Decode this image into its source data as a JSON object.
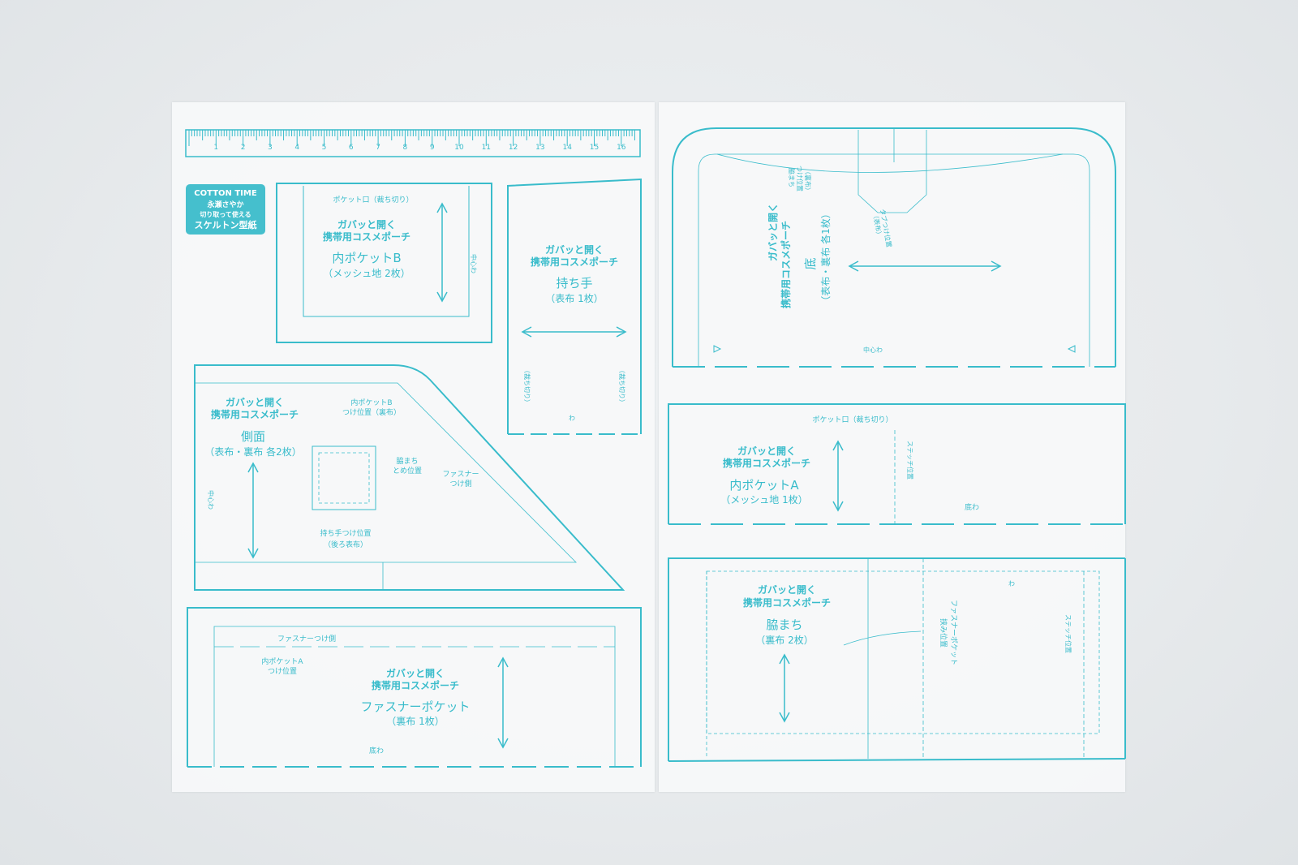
{
  "logo": {
    "brand": "COTTON TIME",
    "line1": "永瀬さやか",
    "line2": "切り取って使える",
    "line3": "スケルトン型紙"
  },
  "ruler": {
    "numbers": [
      "1",
      "2",
      "3",
      "4",
      "5",
      "6",
      "7",
      "8",
      "9",
      "10",
      "11",
      "12",
      "13",
      "14",
      "15",
      "16"
    ]
  },
  "project": {
    "line1": "ガバッと開く",
    "line2": "携帯用コスメポーチ"
  },
  "pieces": {
    "inner_pocket_b": {
      "name": "内ポケットB",
      "spec": "（メッシュ地 2枚）",
      "note_opening": "ポケット口（裁ち切り）",
      "note_center": "中心わ"
    },
    "handle": {
      "name": "持ち手",
      "spec": "（表布 1枚）",
      "note_cut_left": "（裁ち切り）",
      "note_cut_right": "（裁ち切り）",
      "note_fold": "わ"
    },
    "side": {
      "name": "側面",
      "spec": "（表布・裏布 各2枚）",
      "note_pocket_b_a": "内ポケットB",
      "note_pocket_b_b": "つけ位置（裏布）",
      "note_gusset_a": "脇まち",
      "note_gusset_b": "とめ位置",
      "note_zipper_a": "ファスナー",
      "note_zipper_b": "つけ側",
      "note_handle_a": "持ち手つけ位置",
      "note_handle_b": "（後ろ表布）",
      "note_center": "中心わ"
    },
    "zipper_pocket": {
      "name": "ファスナーポケット",
      "spec": "（裏布 1枚）",
      "note_zipper": "ファスナーつけ側",
      "note_pocket_a1": "内ポケットA",
      "note_pocket_a2": "つけ位置",
      "note_fold": "底わ"
    },
    "bottom": {
      "name": "底",
      "spec": "（表布・裏布 各1枚）",
      "note_gusset_a": "脇まち",
      "note_gusset_b": "つけ位置",
      "note_gusset_c": "（裏布）",
      "note_tab_a": "タブつけ位置",
      "note_tab_b": "（表布）",
      "note_center": "中心わ"
    },
    "inner_pocket_a": {
      "name": "内ポケットA",
      "spec": "（メッシュ地 1枚）",
      "note_opening": "ポケット口（裁ち切り）",
      "note_stitch": "ステッチ位置",
      "note_fold": "底わ"
    },
    "gusset": {
      "name": "脇まち",
      "spec": "（裏布 2枚）",
      "note_zip_a": "ファスナーポケット",
      "note_zip_b": "挟み位置",
      "note_stitch": "ステッチ位置",
      "note_fold": "わ"
    }
  },
  "colors": {
    "pattern_line": "#39bccb",
    "logo_bg": "#45bfcd",
    "background": "#e7eaec",
    "sheet": "#f7f9fa"
  }
}
